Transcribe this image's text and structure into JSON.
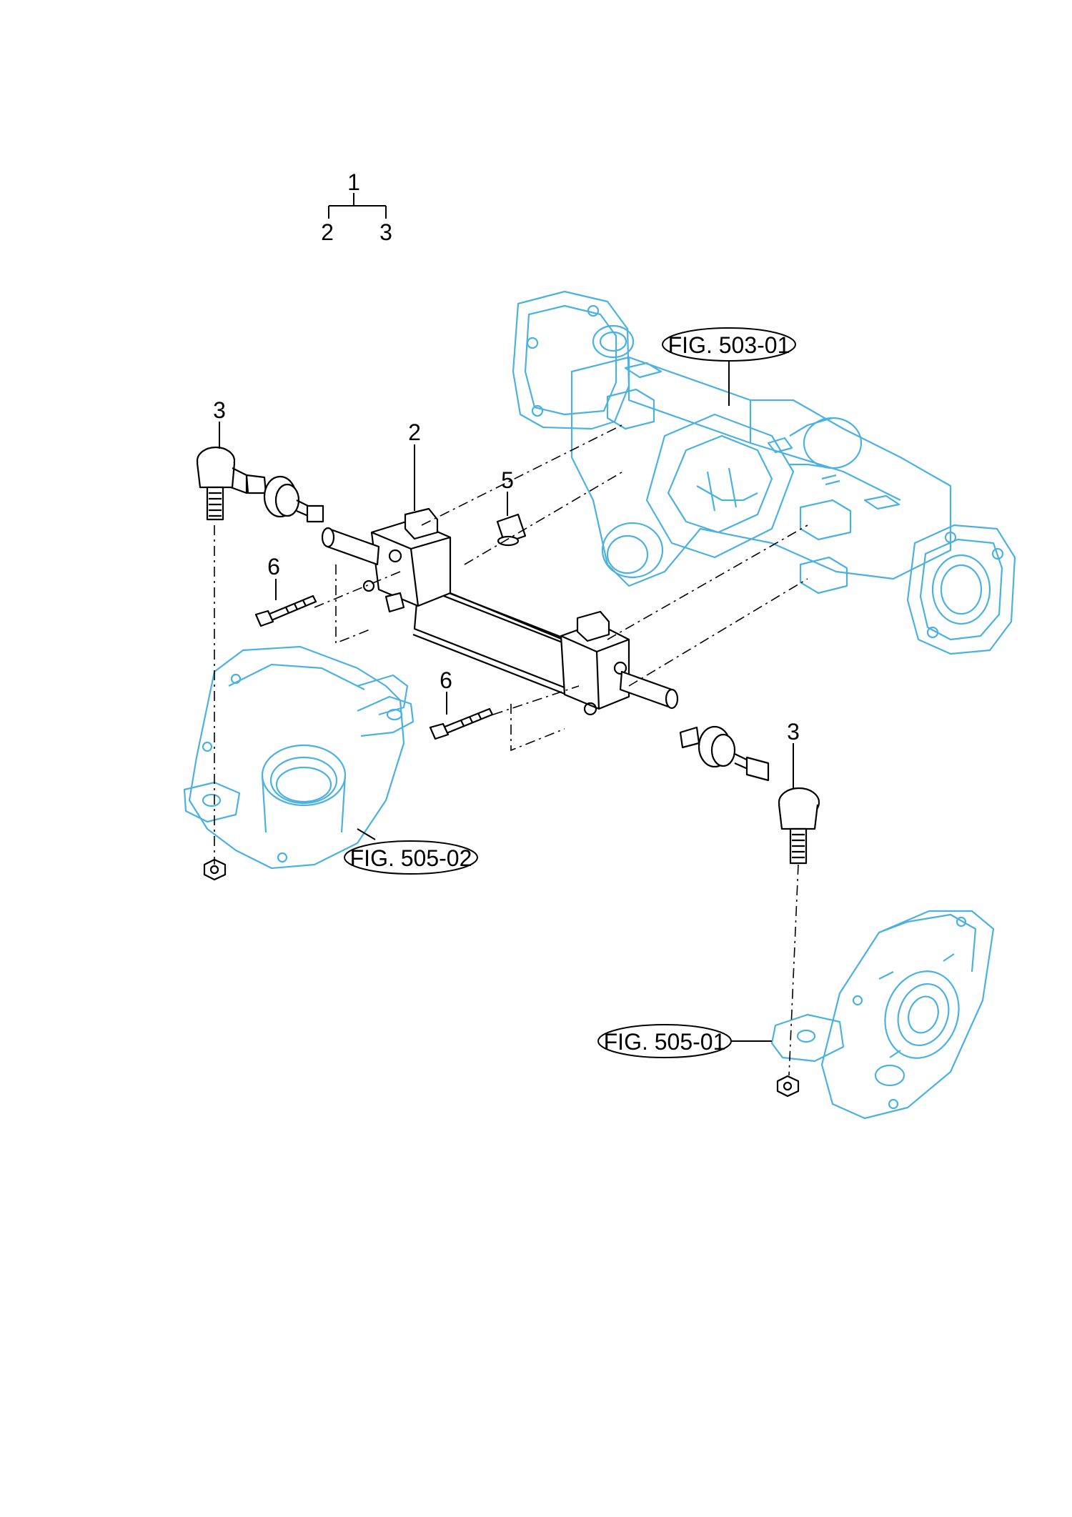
{
  "colors": {
    "assembly_line": "#4cb1e0",
    "ink": "#000000"
  },
  "tree": {
    "root": "1",
    "children": [
      "2",
      "3"
    ]
  },
  "callouts": {
    "c3_left": "3",
    "c2": "2",
    "c5": "5",
    "c6_upper": "6",
    "c6_lower": "6",
    "c3_right": "3"
  },
  "fig_refs": {
    "axle_housing": "FIG. 503-01",
    "left_knuckle": "FIG. 505-02",
    "right_knuckle": "FIG. 505-01"
  }
}
